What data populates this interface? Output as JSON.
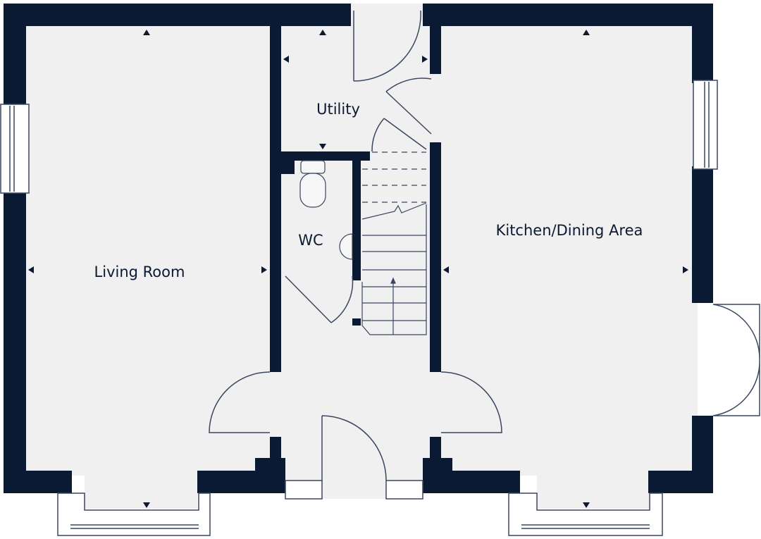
{
  "rooms": {
    "living_room": "Living Room",
    "utility": "Utility",
    "wc": "WC",
    "kitchen_dining": "Kitchen/Dining Area"
  },
  "colors": {
    "wall": "#0b1a33",
    "floor": "#f0f0f0",
    "background": "#ffffff",
    "fixture_line": "#3a4660"
  }
}
